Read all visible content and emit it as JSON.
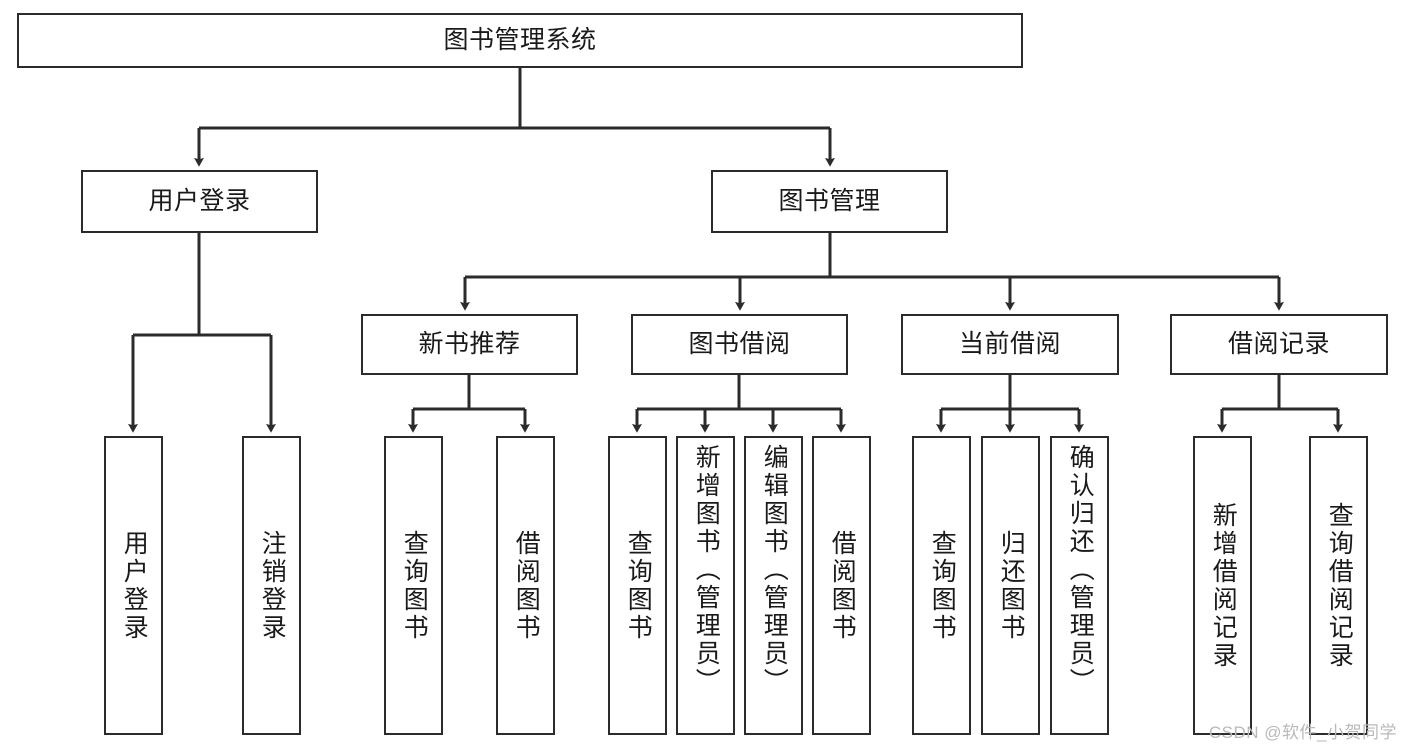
{
  "diagram": {
    "type": "tree-hierarchy-chart",
    "title": "图书管理系统",
    "line_color": "#2b2b2b",
    "box_fill": "#ffffff",
    "text_color": "#1a1a1a",
    "levels": {
      "root": {
        "label": "图书管理系统"
      },
      "level2": [
        {
          "label": "用户登录"
        },
        {
          "label": "图书管理"
        }
      ],
      "level3": [
        {
          "label": "新书推荐"
        },
        {
          "label": "图书借阅"
        },
        {
          "label": "当前借阅"
        },
        {
          "label": "借阅记录"
        }
      ],
      "leaves": {
        "user_login": [
          {
            "label": "用户登录"
          },
          {
            "label": "注销登录"
          }
        ],
        "new_book_recommend": [
          {
            "label": "查询图书"
          },
          {
            "label": "借阅图书"
          }
        ],
        "book_borrow": [
          {
            "label": "查询图书"
          },
          {
            "label": "新增图书（管理员）"
          },
          {
            "label": "编辑图书（管理员）"
          },
          {
            "label": "借阅图书"
          }
        ],
        "current_borrow": [
          {
            "label": "查询图书"
          },
          {
            "label": "归还图书"
          },
          {
            "label": "确认归还（管理员）"
          }
        ],
        "borrow_record": [
          {
            "label": "新增借阅记录"
          },
          {
            "label": "查询借阅记录"
          }
        ]
      }
    }
  },
  "watermark": {
    "text": "CSDN @软件_小贺同学"
  }
}
